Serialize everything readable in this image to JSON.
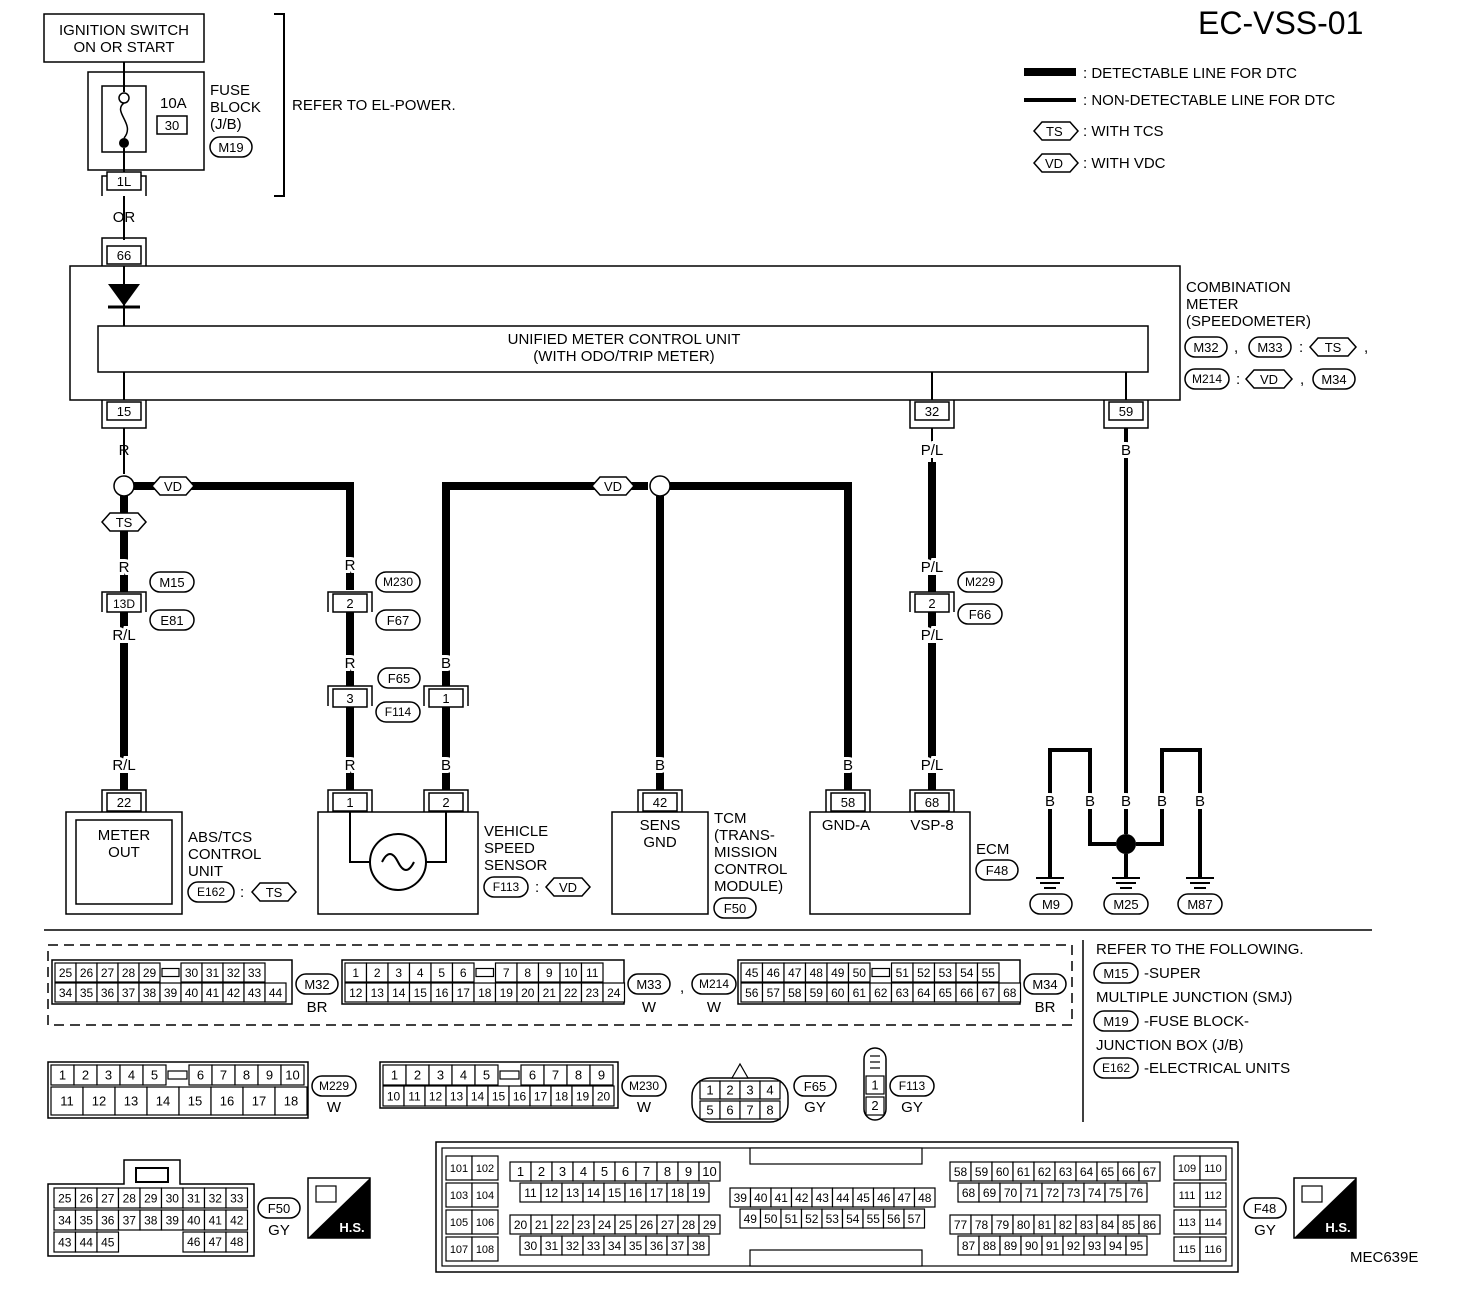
{
  "header": {
    "code": "EC-VSS-01",
    "footer_code": "MEC639E"
  },
  "legend": {
    "detectable": ": DETECTABLE LINE FOR DTC",
    "non_detectable": ": NON-DETECTABLE LINE FOR DTC",
    "ts_abbr": "TS",
    "ts_label": ": WITH TCS",
    "vd_abbr": "VD",
    "vd_label": ": WITH VDC"
  },
  "power": {
    "ignition_l1": "IGNITION SWITCH",
    "ignition_l2": "ON OR START",
    "fuse_amp": "10A",
    "fuse_no": "30",
    "fuse_block_l1": "FUSE",
    "fuse_block_l2": "BLOCK",
    "fuse_block_l3": "(J/B)",
    "fuse_conn": "M19",
    "fuse_term": "1L",
    "refer": "REFER TO EL-POWER.",
    "wire_or": "OR"
  },
  "meter": {
    "term_in": "66",
    "unit_l1": "UNIFIED METER CONTROL UNIT",
    "unit_l2": "(WITH ODO/TRIP METER)",
    "name_l1": "COMBINATION",
    "name_l2": "METER",
    "name_l3": "(SPEEDOMETER)",
    "conn": [
      "M32",
      "M33",
      "TS",
      "M214",
      "VD",
      "M34"
    ],
    "term_15": "15",
    "term_32": "32",
    "term_59": "59"
  },
  "wires": {
    "r": "R",
    "rl": "R/L",
    "pl": "P/L",
    "b": "B",
    "vd": "VD",
    "ts": "TS"
  },
  "connectors": {
    "m15": "M15",
    "e81": "E81",
    "j13d": "13D",
    "m230": "M230",
    "f67": "F67",
    "f65": "F65",
    "f114": "F114",
    "m229": "M229",
    "f66": "F66",
    "n2": "2",
    "n3": "3",
    "n1": "1"
  },
  "abs": {
    "term": "22",
    "box_l1": "METER",
    "box_l2": "OUT",
    "name_l1": "ABS/TCS",
    "name_l2": "CONTROL",
    "name_l3": "UNIT",
    "conn": "E162",
    "ts": "TS"
  },
  "vss": {
    "t1": "1",
    "t2": "2",
    "name_l1": "VEHICLE",
    "name_l2": "SPEED",
    "name_l3": "SENSOR",
    "conn": "F113",
    "vd": "VD"
  },
  "tcm": {
    "term": "42",
    "box_l1": "SENS",
    "box_l2": "GND",
    "name_l1": "TCM",
    "name_l2": "(TRANS-",
    "name_l3": "MISSION",
    "name_l4": "CONTROL",
    "name_l5": "MODULE)",
    "conn": "F50"
  },
  "ecm": {
    "t58": "58",
    "t68": "68",
    "gnd": "GND-A",
    "vsp": "VSP-8",
    "name": "ECM",
    "conn": "F48"
  },
  "grounds": [
    "M9",
    "M25",
    "M87"
  ],
  "refer_box": {
    "title": "REFER TO THE FOLLOWING.",
    "m15": "M15",
    "m15_l1": "-SUPER",
    "m15_l2": "MULTIPLE JUNCTION (SMJ)",
    "m19": "M19",
    "m19_l1": "-FUSE BLOCK-",
    "m19_l2": "JUNCTION BOX (J/B)",
    "e162": "E162",
    "e162_l1": "-ELECTRICAL UNITS"
  },
  "pinouts": {
    "m32": {
      "id": "M32",
      "color": "BR",
      "top": [
        "25",
        "26",
        "27",
        "28",
        "29",
        "",
        "30",
        "31",
        "32",
        "33"
      ],
      "bot": [
        "34",
        "35",
        "36",
        "37",
        "38",
        "39",
        "40",
        "41",
        "42",
        "43",
        "44"
      ]
    },
    "m33": {
      "id": "M33",
      "color": "W",
      "top": [
        "1",
        "2",
        "3",
        "4",
        "5",
        "6",
        "",
        "7",
        "8",
        "9",
        "10",
        "11"
      ],
      "bot": [
        "12",
        "13",
        "14",
        "15",
        "16",
        "17",
        "18",
        "19",
        "20",
        "21",
        "22",
        "23",
        "24"
      ]
    },
    "m214": {
      "id": "M214",
      "color": "W"
    },
    "m34": {
      "id": "M34",
      "color": "BR",
      "top": [
        "45",
        "46",
        "47",
        "48",
        "49",
        "50",
        "",
        "51",
        "52",
        "53",
        "54",
        "55"
      ],
      "bot": [
        "56",
        "57",
        "58",
        "59",
        "60",
        "61",
        "62",
        "63",
        "64",
        "65",
        "66",
        "67",
        "68"
      ]
    },
    "m229": {
      "id": "M229",
      "color": "W",
      "top": [
        "1",
        "2",
        "3",
        "4",
        "5",
        "",
        "6",
        "7",
        "8",
        "9",
        "10"
      ],
      "bot": [
        "11",
        "12",
        "13",
        "14",
        "15",
        "16",
        "17",
        "18"
      ]
    },
    "m230": {
      "id": "M230",
      "color": "W",
      "top": [
        "1",
        "2",
        "3",
        "4",
        "5",
        "",
        "6",
        "7",
        "8",
        "9"
      ],
      "bot": [
        "10",
        "11",
        "12",
        "13",
        "14",
        "15",
        "16",
        "17",
        "18",
        "19",
        "20"
      ]
    },
    "f65": {
      "id": "F65",
      "color": "GY",
      "top": [
        "1",
        "2",
        "3",
        "4"
      ],
      "bot": [
        "5",
        "6",
        "7",
        "8"
      ]
    },
    "f113": {
      "id": "F113",
      "color": "GY",
      "pins": [
        "1",
        "2"
      ]
    },
    "f50": {
      "id": "F50",
      "color": "GY",
      "r1": [
        "25",
        "26",
        "27",
        "28",
        "29",
        "30",
        "31",
        "32",
        "33"
      ],
      "r2": [
        "34",
        "35",
        "36",
        "37",
        "38",
        "39",
        "40",
        "41",
        "42"
      ],
      "r3": [
        "43",
        "44",
        "45",
        "",
        "",
        "",
        "46",
        "47",
        "48"
      ],
      "hs": "H.S."
    },
    "f48": {
      "id": "F48",
      "color": "GY",
      "left": [
        "101",
        "102",
        "103",
        "104",
        "105",
        "106",
        "107",
        "108"
      ],
      "a1": [
        "1",
        "2",
        "3",
        "4",
        "5",
        "6",
        "7",
        "8",
        "9",
        "10"
      ],
      "a2": [
        "11",
        "12",
        "13",
        "14",
        "15",
        "16",
        "17",
        "18",
        "19"
      ],
      "a3": [
        "20",
        "21",
        "22",
        "23",
        "24",
        "25",
        "26",
        "27",
        "28",
        "29"
      ],
      "a4": [
        "30",
        "31",
        "32",
        "33",
        "34",
        "35",
        "36",
        "37",
        "38"
      ],
      "b1": [
        "39",
        "40",
        "41",
        "42",
        "43",
        "44",
        "45",
        "46",
        "47",
        "48"
      ],
      "b2": [
        "49",
        "50",
        "51",
        "52",
        "53",
        "54",
        "55",
        "56",
        "57"
      ],
      "c1": [
        "58",
        "59",
        "60",
        "61",
        "62",
        "63",
        "64",
        "65",
        "66",
        "67"
      ],
      "c2": [
        "68",
        "69",
        "70",
        "71",
        "72",
        "73",
        "74",
        "75",
        "76"
      ],
      "c3": [
        "77",
        "78",
        "79",
        "80",
        "81",
        "82",
        "83",
        "84",
        "85",
        "86"
      ],
      "c4": [
        "87",
        "88",
        "89",
        "90",
        "91",
        "92",
        "93",
        "94",
        "95"
      ],
      "right": [
        "109",
        "110",
        "111",
        "112",
        "113",
        "114",
        "115",
        "116"
      ],
      "hs": "H.S."
    }
  }
}
